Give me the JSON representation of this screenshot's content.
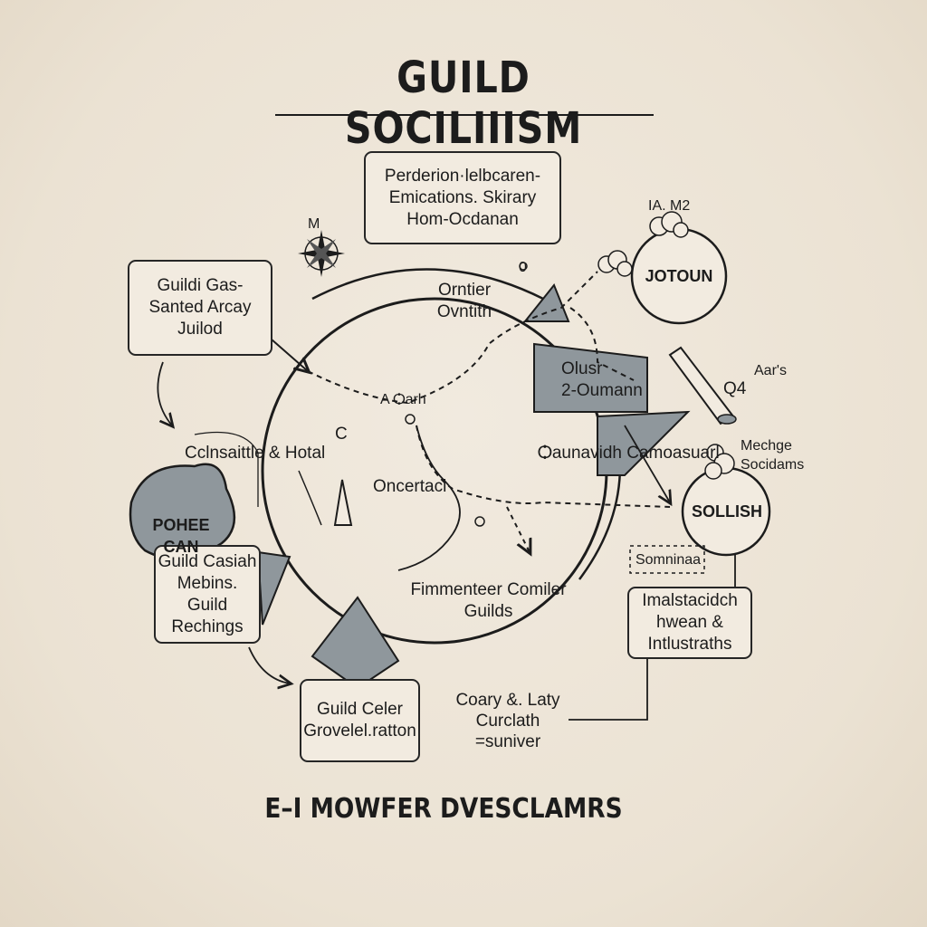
{
  "title": "GUILD SOCILIIISM",
  "footer": "E–I MOWFER DVESCLAMRS",
  "boxes": {
    "top": "Perderion·lelbcaren-\nEmications. Skirary\nHom-Ocdanan",
    "left": "Guildi Gas-\nSanted Arcay\nJuilod",
    "left_lower": "Guild Casiah\nMebins. Guild\nRechings",
    "bottom": "Guild Celer\nGrovelel.ratton",
    "right_lower": "Imalstacidch\nhwean &\nIntlustraths",
    "dashed": "Somninaa"
  },
  "shapes": {
    "blob_left": "POHEE CAN",
    "circle_top_right": "JOTOUN",
    "circle_right": "SOLLISH"
  },
  "labels": {
    "top_arc": "Orntier\nOvntith",
    "center": "Oncertacl",
    "center_small": "A Ѻarh",
    "c_mark": "C",
    "o_mark": "0",
    "left_mid": "Cclnsaittle & Hotal",
    "right_mid": "Ѻaunavidh Camoasuarl",
    "square_label": "Olusr\n2-Oumann",
    "bottom_circle": "Fimmenteer Comiler\nGuilds",
    "top_right_small": "IA. M2",
    "aars": "Aar's",
    "q4": "Q4",
    "mechge": "Mechge\nSocidams",
    "lower_mid": "Coary &. Laty\nCurclath\n=suniver",
    "compass": "M"
  },
  "colors": {
    "background": "#efe7da",
    "ink": "#1c1c1c",
    "gray_fill": "#8f979c"
  }
}
